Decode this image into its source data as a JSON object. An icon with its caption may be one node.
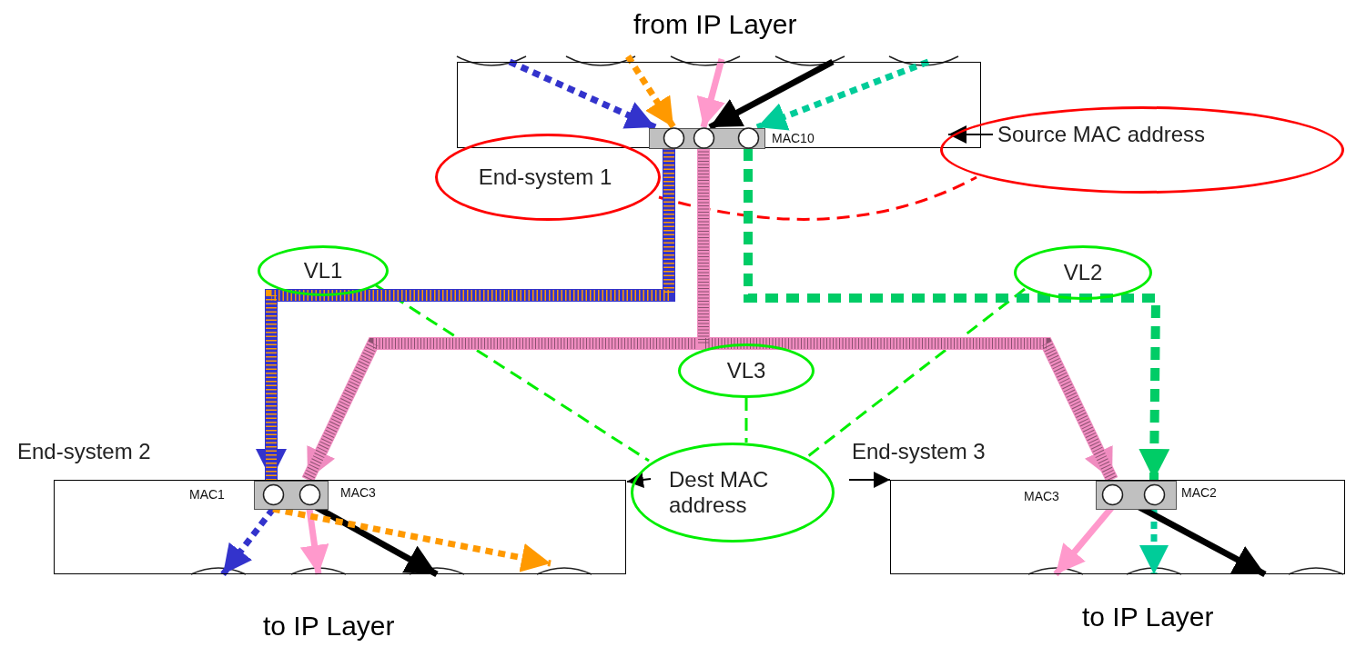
{
  "diagram": {
    "nodes": [
      {
        "text": [],
        "shape": "box"
      },
      {
        "text": [],
        "shape": "bar",
        "in": 0,
        "beside": [
          "MAC10"
        ]
      },
      {
        "text": [
          "Source MAC address"
        ]
      },
      {
        "text": [
          "End-system 1"
        ]
      },
      {
        "text": [
          "VL1"
        ]
      },
      {
        "text": [
          "VL2"
        ]
      },
      {
        "text": [
          "VL3"
        ]
      },
      {
        "text": [
          "End-system 2"
        ]
      },
      {
        "text": [],
        "shape": "bar",
        "in": 7,
        "beside": [
          "MAC1",
          "MAC3"
        ]
      },
      {
        "text": [
          "Dest MAC address"
        ]
      },
      {
        "text": [
          "End-system 3"
        ]
      },
      {
        "text": [],
        "shape": "bar",
        "in": 10,
        "beside": [
          "MAC3",
          "MAC2"
        ]
      }
    ],
    "edges": [
      {
        "from": 2,
        "to": 0,
        "arrow": "to"
      },
      {
        "from": 3,
        "to": 2,
        "arrow": "none",
        "style": "dashed",
        "color": "#ff0000"
      },
      {
        "from": 4,
        "to": 9,
        "arrow": "none",
        "style": "dashed",
        "color": "#00ee00"
      },
      {
        "from": 6,
        "to": 9,
        "arrow": "none",
        "style": "dashed",
        "color": "#00ee00"
      },
      {
        "from": 5,
        "to": 9,
        "arrow": "none",
        "style": "dashed",
        "color": "#00ee00"
      },
      {
        "from": 9,
        "to": 7,
        "arrow": "to"
      },
      {
        "from": 9,
        "to": 10,
        "arrow": "to"
      },
      {
        "from": 1,
        "to": 8,
        "arrow": "to",
        "style": "thick",
        "color": "#3333cc"
      },
      {
        "from": 1,
        "to": 8,
        "arrow": "to",
        "style": "thick",
        "color": "#f08cc0"
      },
      {
        "from": 1,
        "to": 11,
        "arrow": "to",
        "style": "thick",
        "color": "#f08cc0"
      },
      {
        "from": 1,
        "to": 11,
        "arrow": "to",
        "style": "dashed",
        "color": "#00cc66"
      },
      {
        "from": null,
        "to": 1,
        "arrow": "to",
        "style": "dashed",
        "color": "#3333cc"
      },
      {
        "from": null,
        "to": 1,
        "arrow": "to",
        "style": "dashed",
        "color": "#ff9900"
      },
      {
        "from": null,
        "to": 1,
        "arrow": "to",
        "color": "#ff99cc"
      },
      {
        "from": null,
        "to": 1,
        "arrow": "to"
      },
      {
        "from": null,
        "to": 1,
        "arrow": "to",
        "style": "dashed",
        "color": "#00cc99"
      },
      {
        "from": 8,
        "to": null,
        "arrow": "to",
        "style": "dashed",
        "color": "#3333cc"
      },
      {
        "from": 8,
        "to": null,
        "arrow": "to",
        "color": "#ff99cc"
      },
      {
        "from": 8,
        "to": null,
        "arrow": "to"
      },
      {
        "from": 8,
        "to": null,
        "arrow": "to",
        "style": "dashed",
        "color": "#ff9900"
      },
      {
        "from": 11,
        "to": null,
        "arrow": "to",
        "color": "#ff99cc"
      },
      {
        "from": 11,
        "to": null,
        "arrow": "to",
        "style": "dashed",
        "color": "#00cc99"
      },
      {
        "from": 11,
        "to": null,
        "arrow": "to"
      }
    ],
    "labels": [
      "from IP Layer",
      "to IP Layer",
      "to IP Layer"
    ]
  }
}
